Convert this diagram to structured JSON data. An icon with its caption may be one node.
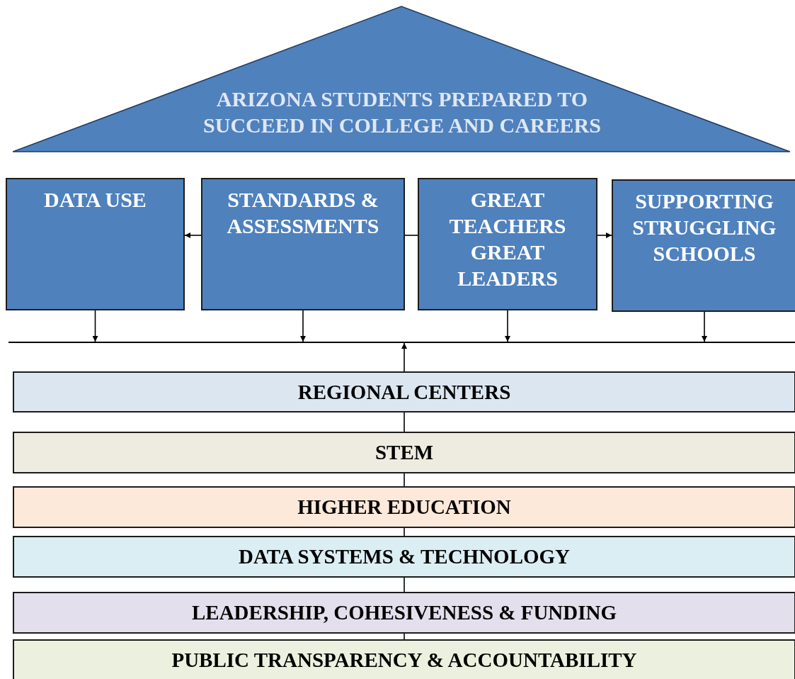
{
  "diagram": {
    "nodes": [
      {
        "text": [
          "ARIZONA STUDENTS PREPARED TO SUCCEED IN COLLEGE AND CAREERS"
        ]
      },
      {
        "text": [
          "DATA USE"
        ]
      },
      {
        "text": [
          "STANDARDS & ASSESSMENTS"
        ]
      },
      {
        "text": [
          "GREAT TEACHERS GREAT LEADERS"
        ]
      },
      {
        "text": [
          "SUPPORTING STRUGGLING SCHOOLS"
        ]
      },
      {
        "text": [],
        "shape": "bar"
      },
      {
        "text": [
          "REGIONAL CENTERS"
        ]
      },
      {
        "text": [
          "STEM"
        ]
      },
      {
        "text": [
          "HIGHER EDUCATION"
        ]
      },
      {
        "text": [
          "DATA SYSTEMS & TECHNOLOGY"
        ]
      },
      {
        "text": [
          "LEADERSHIP, COHESIVENESS & FUNDING"
        ]
      },
      {
        "text": [
          "PUBLIC TRANSPARENCY & ACCOUNTABILITY"
        ]
      }
    ],
    "edges": [
      {
        "from": 2,
        "to": 1,
        "arrow": "to"
      },
      {
        "from": 2,
        "to": 3,
        "arrow": "none"
      },
      {
        "from": 3,
        "to": 4,
        "arrow": "to"
      },
      {
        "from": 1,
        "to": 5,
        "arrow": "to"
      },
      {
        "from": 2,
        "to": 5,
        "arrow": "to"
      },
      {
        "from": 3,
        "to": 5,
        "arrow": "to"
      },
      {
        "from": 4,
        "to": 5,
        "arrow": "to"
      },
      {
        "from": 6,
        "to": 5,
        "arrow": "to"
      },
      {
        "from": 7,
        "to": 6,
        "arrow": "none"
      },
      {
        "from": 8,
        "to": 7,
        "arrow": "none"
      },
      {
        "from": 9,
        "to": 8,
        "arrow": "none"
      },
      {
        "from": 10,
        "to": 9,
        "arrow": "none"
      },
      {
        "from": 11,
        "to": 10,
        "arrow": "none"
      }
    ]
  }
}
